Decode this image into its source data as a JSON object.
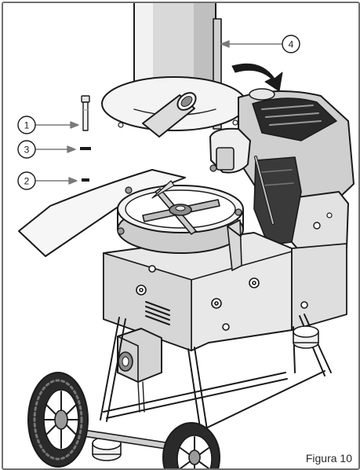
{
  "figure": {
    "caption": "Figura 10",
    "callouts": [
      "1",
      "2",
      "3",
      "4"
    ]
  },
  "colors": {
    "background": "#ffffff",
    "outline": "#1a1a1a",
    "shade_light": "#d8d8d8",
    "shade_mid": "#9a9a9a",
    "frame_border": "#6f6f6f",
    "arrow_gray": "#7a7a7a"
  },
  "icons": [
    "curved-arrow-icon",
    "screw-icon",
    "washer-icon",
    "nut-icon"
  ]
}
